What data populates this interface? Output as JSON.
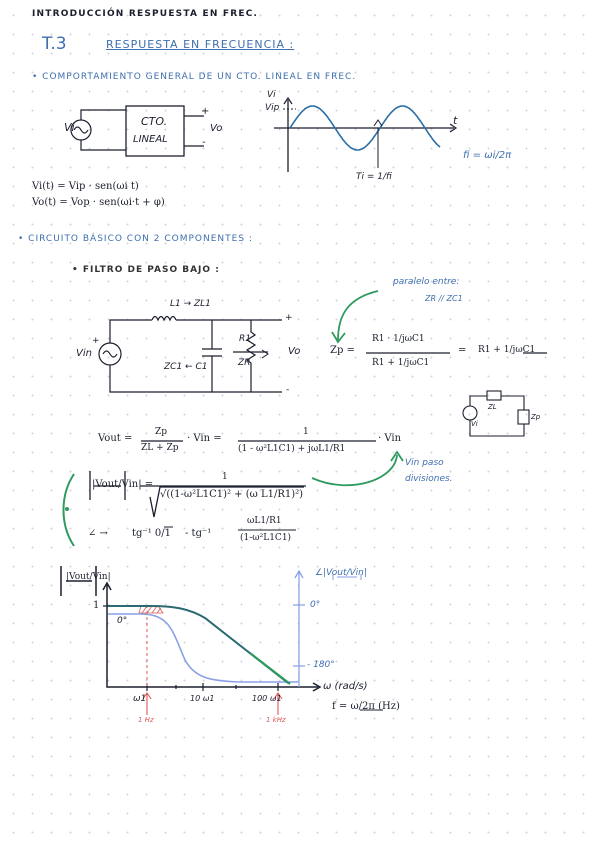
{
  "header": "INTRODUCCIÓN RESPUESTA EN FREC.",
  "section": {
    "number": "T.3",
    "title": "RESPUESTA EN FRECUENCIA :"
  },
  "bullet1": "• COMPORTAMIENTO GENERAL DE UN CTO. LINEAL EN FREC.",
  "block": {
    "line1": "CTO.",
    "line2": "LINEAL",
    "in": "Vi",
    "out": "Vo",
    "plus": "+",
    "minus": "-"
  },
  "sine": {
    "ylabel1": "Vi",
    "ylabel2": "Vip",
    "xlabel": "t",
    "period_label": "Ti = 1/fi",
    "freq_label": "fi = ωi/2π"
  },
  "eq1": "Vi(t) = Vip · sen(ωi t)",
  "eq2": "Vo(t) = Vop · sen(ωi·t + φ)",
  "bullet2": "• CIRCUITO BÁSICO CON 2 COMPONENTES :",
  "bullet3": "• FILTRO DE PASO BAJO :",
  "circuit": {
    "l1": "L1 → ZL1",
    "r1": "R1",
    "zr": "ZR",
    "zc": "ZC1 ← C1",
    "vin": "Vin",
    "vo": "Vo",
    "plus": "+",
    "minus": "-"
  },
  "note_parallel": {
    "line1": "paralelo entre:",
    "line2": "ZR // ZC1"
  },
  "zp": {
    "lhs": "Zp =",
    "num": "R1 · 1/jωC1",
    "den": "R1 + 1/jωC1",
    "eq": "=",
    "rhs": "R1 + 1/jωC1"
  },
  "mini": {
    "zl": "ZL",
    "zp": "Zp",
    "vi": "Vi"
  },
  "vout": {
    "lhs": "Vout =",
    "frac_num": "Zp",
    "frac_den": "ZL + Zp",
    "mul": "· Vin =",
    "num2": "1",
    "den2": "(1 - ω²L1C1) + jωL1/R1",
    "tail": "· Vin"
  },
  "note_divider": {
    "line1": "Vin paso",
    "line2": "divisiones."
  },
  "mag": {
    "lhs": "|Vout/Vin| =",
    "num": "1",
    "den": "√((1-ω²L1C1)² + (ω L1/R1)²)"
  },
  "phase": {
    "lhs": "∠ →",
    "a": "tg⁻¹ 0/1",
    "minus": "- tg⁻¹",
    "num": "ωL1/R1",
    "den": "(1-ω²L1C1)"
  },
  "bode": {
    "ylabel_left": "|Vout/Vin|",
    "tick_one": "1",
    "zero_deg_left": "0°",
    "ylabel_right": "∠|Vout/Vin|",
    "zero_deg_right": "0°",
    "minus180": "- 180°",
    "x_ticks": [
      "ω1",
      "10 ω1",
      "100 ω1"
    ],
    "xlabel": "ω (rad/s)",
    "f_formula": "f = ω/2π (Hz)",
    "f_low": "1 Hz",
    "f_high": "1 kHz"
  },
  "colors": {
    "ink": "#1b1f2e",
    "blue": "#3e6fae",
    "green": "#2f9a5e",
    "magnitude": "#2a6b73",
    "phase": "#8aa0e6",
    "red": "#e05a5a"
  }
}
